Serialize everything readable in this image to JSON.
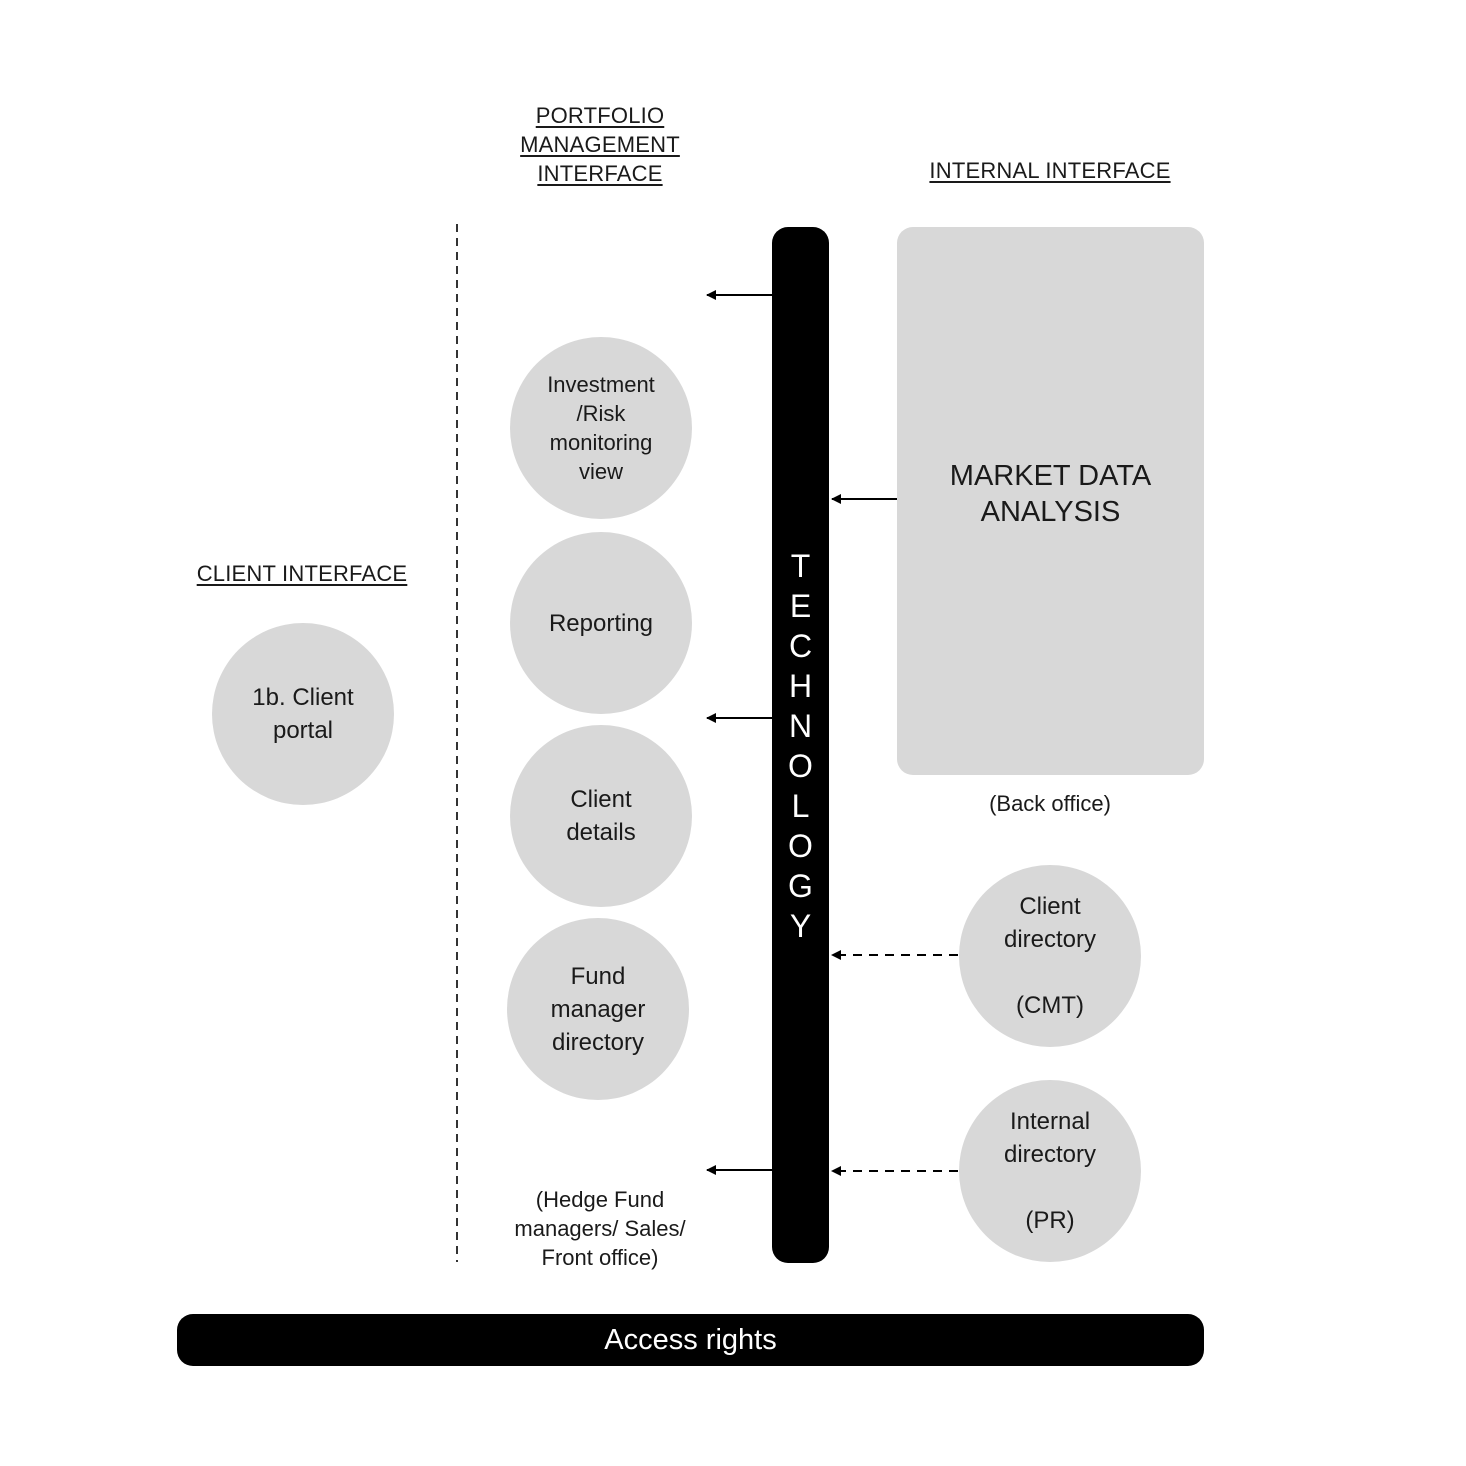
{
  "headings": {
    "portfolio": [
      "PORTFOLIO",
      "MANAGEMENT",
      "INTERFACE"
    ],
    "internal": "INTERNAL INTERFACE",
    "client": "CLIENT INTERFACE"
  },
  "portfolio_nodes": {
    "investment": [
      "Investment",
      "/Risk",
      "monitoring",
      "view"
    ],
    "reporting": [
      "Reporting"
    ],
    "client_details": [
      "Client",
      "details"
    ],
    "fund_manager": [
      "Fund",
      "manager",
      "directory"
    ]
  },
  "client_node": [
    "1b. Client",
    "portal"
  ],
  "internal_nodes": {
    "market_data": [
      "MARKET DATA",
      "ANALYSIS"
    ],
    "client_directory": {
      "lines": [
        "Client",
        "directory"
      ],
      "tag": "(CMT)"
    },
    "internal_directory": {
      "lines": [
        "Internal",
        "directory"
      ],
      "tag": "(PR)"
    }
  },
  "captions": {
    "back_office": "(Back office)",
    "front_office": [
      "(Hedge Fund",
      "managers/ Sales/",
      "Front office)"
    ]
  },
  "technology_letters": [
    "T",
    "E",
    "C",
    "H",
    "N",
    "O",
    "L",
    "O",
    "G",
    "Y"
  ],
  "access_rights": "Access rights",
  "colors": {
    "node_fill": "#d8d8d8",
    "bar_fill": "#000000",
    "bar_text": "#ffffff",
    "text": "#1a1a1a"
  }
}
